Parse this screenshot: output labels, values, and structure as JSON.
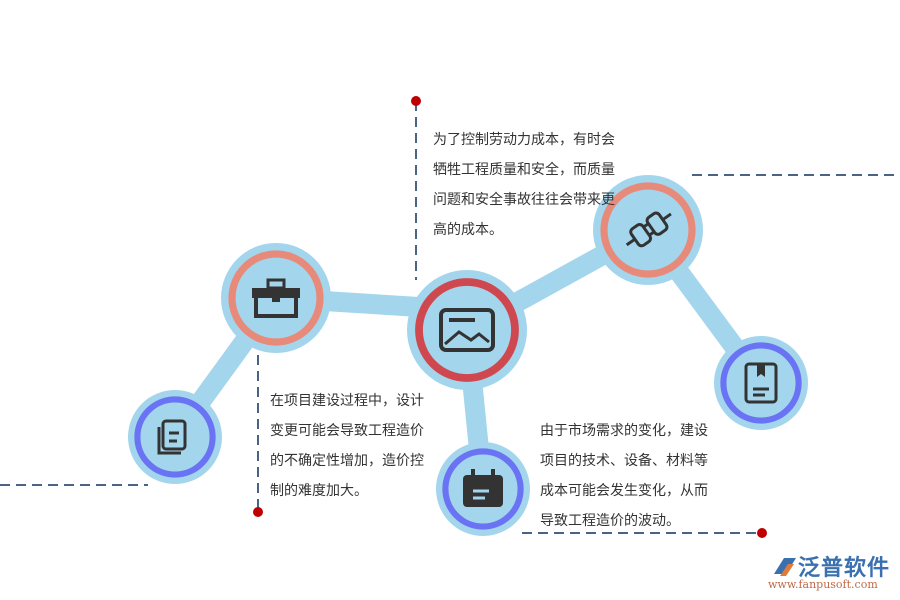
{
  "colors": {
    "connector": "#a3d5ec",
    "ring_blue": "#6b73f5",
    "ring_salmon": "#e88a7a",
    "ring_red": "#d0484f",
    "dash": "#4a6584",
    "dot": "#c00000",
    "icon": "#333333"
  },
  "nodes": [
    {
      "icon": "document-icon",
      "ring": "blue"
    },
    {
      "icon": "toolbox-icon",
      "ring": "salmon"
    },
    {
      "icon": "image-icon",
      "ring": "red"
    },
    {
      "icon": "plug-icon",
      "ring": "salmon"
    },
    {
      "icon": "book-icon",
      "ring": "blue"
    },
    {
      "icon": "calendar-icon",
      "ring": "blue"
    }
  ],
  "texts": {
    "top": [
      "为了控制劳动力成本，有时会",
      "牺牲工程质量和安全，而质量",
      "问题和安全事故往往会带来更",
      "高的成本。"
    ],
    "left": [
      "在项目建设过程中，设计",
      "变更可能会导致工程造价",
      "的不确定性增加，造价控",
      "制的难度加大。"
    ],
    "right": [
      "由于市场需求的变化，建设",
      "项目的技术、设备、材料等",
      "成本可能会发生变化，从而",
      "导致工程造价的波动。"
    ]
  },
  "logo": {
    "name": "泛普软件",
    "url": "www.fanpusoft.com"
  }
}
